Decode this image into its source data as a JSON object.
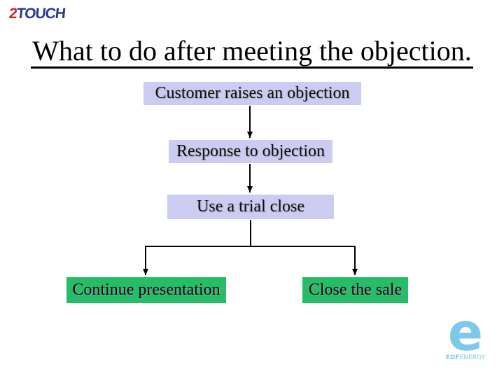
{
  "slide": {
    "background_color": "#FFFFFF",
    "header": {
      "logo": {
        "digit": "2",
        "word": "TOUCH",
        "digit_color": "#CC2229",
        "word_color": "#2B3990"
      },
      "title": "What to do after meeting the objection."
    },
    "flowchart": {
      "node_fill_process": "#CCCCF2",
      "node_fill_outcome": "#26BD68",
      "connector_color": "#000000",
      "nodes": {
        "customer_objection": "Customer raises an objection",
        "response": "Response to objection",
        "trial_close": "Use a trial close",
        "continue_presentation": "Continue presentation",
        "close_sale": "Close the sale"
      }
    },
    "footer": {
      "edf_logo": {
        "letter": "e",
        "brand_primary": "EDF",
        "brand_secondary": "ENERGY",
        "color": "#7EC9E8"
      }
    }
  }
}
